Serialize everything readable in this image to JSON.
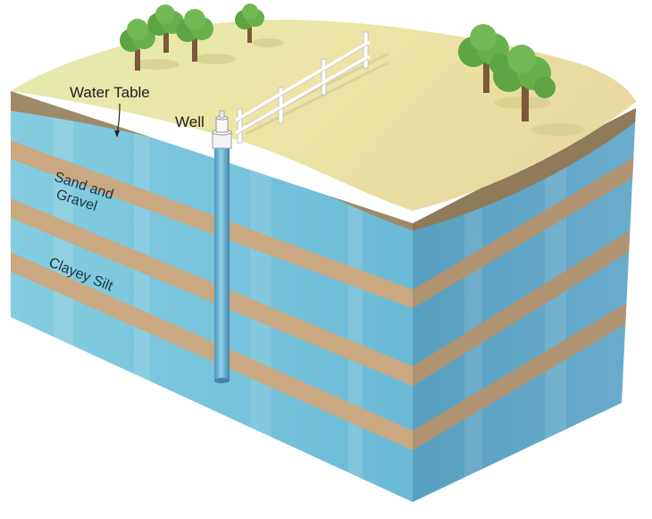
{
  "labels": {
    "water_table": "Water Table",
    "well": "Well",
    "sand_gravel_line1": "Sand and",
    "sand_gravel_line2": "Gravel",
    "clayey_silt": "Clayey Silt"
  },
  "colors": {
    "surface": "#ebe6a9",
    "soil_edge": "#9c8665",
    "water_front": "#79c4da",
    "water_side": "#5da4c2",
    "clay_front": "#c9a882",
    "clay_side": "#b09372",
    "tree": "#5da543",
    "fence": "#ffffff"
  }
}
